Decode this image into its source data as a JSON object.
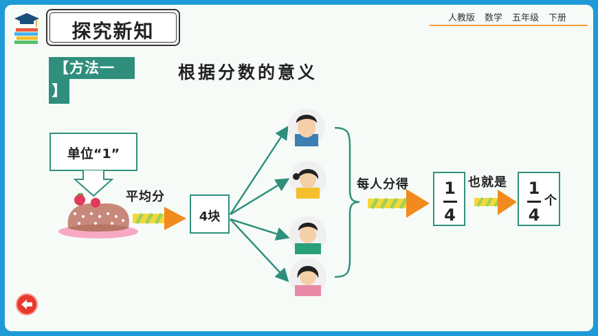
{
  "header": {
    "title": "探究新知",
    "nav": [
      "人教版",
      "数学",
      "五年级",
      "下册"
    ]
  },
  "method": {
    "tag_line1": "【方法一",
    "tag_line2": "】",
    "subtitle": "根据分数的意义"
  },
  "diagram": {
    "unit_label": "单位“1”",
    "divide_label": "平均分",
    "pieces_label": "4块",
    "each_gets_label": "每人分得",
    "also_label": "也就是",
    "fraction1": {
      "numerator": "1",
      "denominator": "4"
    },
    "fraction2": {
      "numerator": "1",
      "denominator": "4",
      "unit": "个"
    }
  },
  "icons": {
    "logo": "books-graduation-cap-icon",
    "back": "back-arrow-icon",
    "cake": "cake-icon",
    "children": [
      "boy-avatar",
      "girl-avatar",
      "boy-avatar-2",
      "girl-avatar-2"
    ]
  },
  "colors": {
    "frame": "#1e9bd7",
    "accent_green": "#2f8f7c",
    "nav_line": "#f29c3c",
    "back_button": "#e8392b"
  }
}
